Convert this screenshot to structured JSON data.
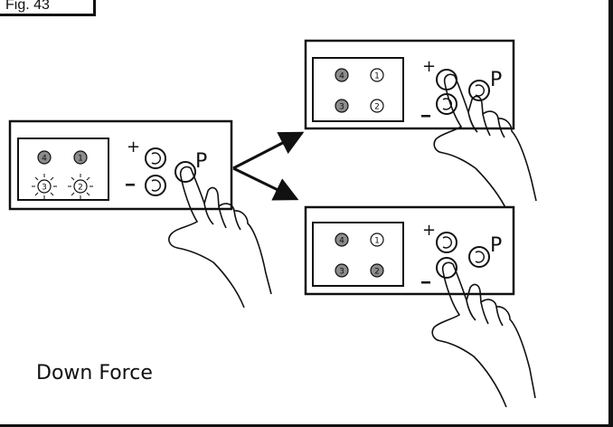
{
  "figure_label": "Fig. 43",
  "caption": "Down Force",
  "button_labels": {
    "plus": "+",
    "minus": "−",
    "program": "P"
  },
  "panels": [
    {
      "id": "left",
      "leds": [
        {
          "num": "4",
          "state": "filled"
        },
        {
          "num": "1",
          "state": "filled"
        },
        {
          "num": "3",
          "state": "blinking"
        },
        {
          "num": "2",
          "state": "blinking"
        }
      ],
      "pressed": "program"
    },
    {
      "id": "top-right",
      "leds": [
        {
          "num": "4",
          "state": "filled"
        },
        {
          "num": "1",
          "state": "outline"
        },
        {
          "num": "3",
          "state": "filled"
        },
        {
          "num": "2",
          "state": "outline"
        }
      ],
      "pressed": "plus"
    },
    {
      "id": "bottom-right",
      "leds": [
        {
          "num": "4",
          "state": "filled"
        },
        {
          "num": "1",
          "state": "outline"
        },
        {
          "num": "3",
          "state": "filled"
        },
        {
          "num": "2",
          "state": "filled"
        }
      ],
      "pressed": "minus"
    }
  ],
  "colors": {
    "ink": "#111111",
    "led_fill": "#8c8c8c",
    "background": "#ffffff"
  }
}
